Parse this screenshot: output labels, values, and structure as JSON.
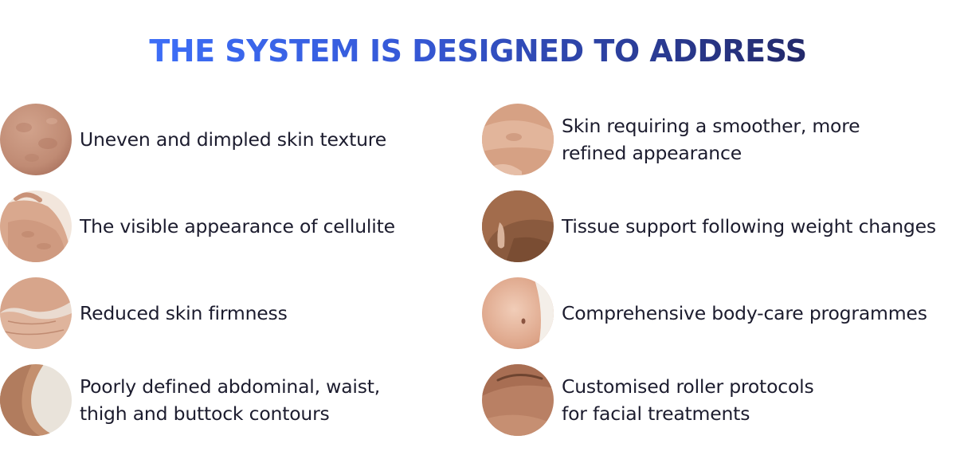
{
  "heading": {
    "title": "THE SYSTEM IS DESIGNED TO ADDRESS"
  },
  "left_items": [
    {
      "label_line1": "Uneven and dimpled skin texture",
      "label_line2": "",
      "image": "skin-texture-closeup"
    },
    {
      "label_line1": "The visible appearance of cellulite",
      "label_line2": "",
      "image": "cellulite-thigh"
    },
    {
      "label_line1": "Reduced skin firmness",
      "label_line2": "",
      "image": "neck-skin"
    },
    {
      "label_line1": "Poorly defined abdominal, waist,",
      "label_line2": "thigh and buttock contours",
      "image": "waist-contour"
    }
  ],
  "right_items": [
    {
      "label_line1": "Skin requiring a smoother, more",
      "label_line2": "refined appearance",
      "image": "pinched-skin"
    },
    {
      "label_line1": "Tissue support following weight changes",
      "label_line2": "",
      "image": "arm-skin"
    },
    {
      "label_line1": "Comprehensive body-care programmes",
      "label_line2": "",
      "image": "abdomen-navel"
    },
    {
      "label_line1": "Customised roller protocols",
      "label_line2": "for facial treatments",
      "image": "face-skin"
    }
  ],
  "colors": {
    "title_gradient_start": "#3d6ef7",
    "title_gradient_end": "#23296a",
    "text": "#1c1c2e"
  }
}
